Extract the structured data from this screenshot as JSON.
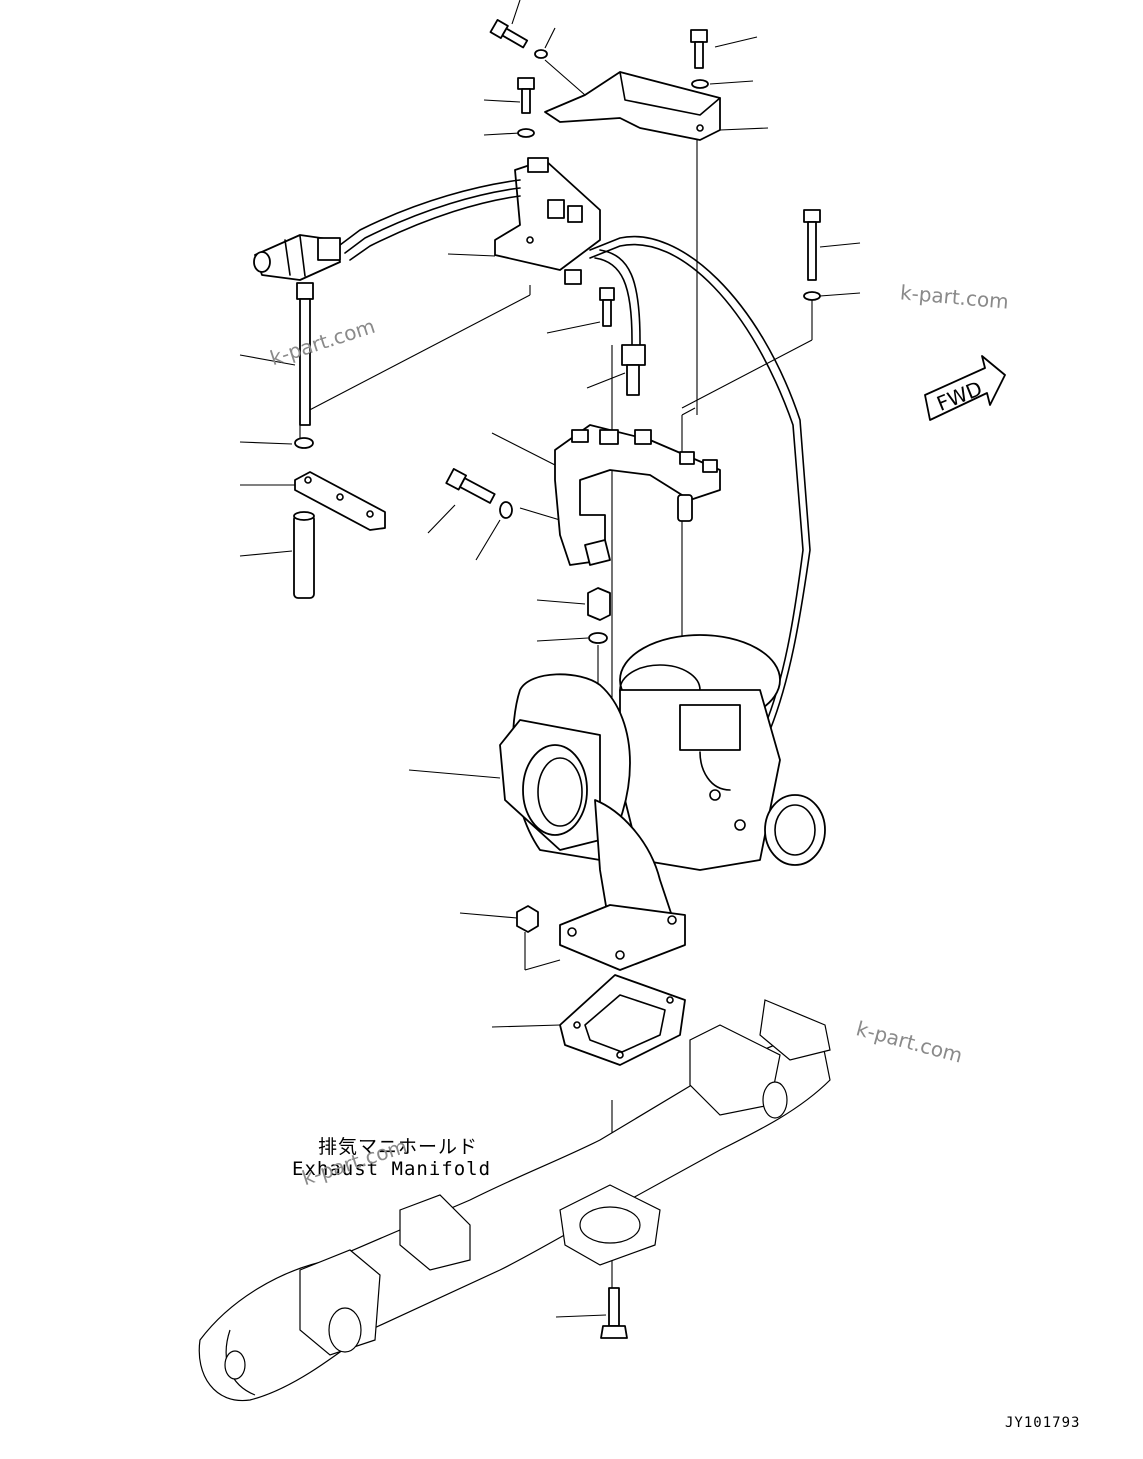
{
  "labels": {
    "manifold_jp": "排気マニホールド",
    "manifold_en": "Exhaust Manifold",
    "drawing_code": "JY101793",
    "direction": "FWD"
  },
  "watermarks": [
    "k-part.com",
    "k-part.com",
    "k-part.com",
    "k-part.com"
  ]
}
